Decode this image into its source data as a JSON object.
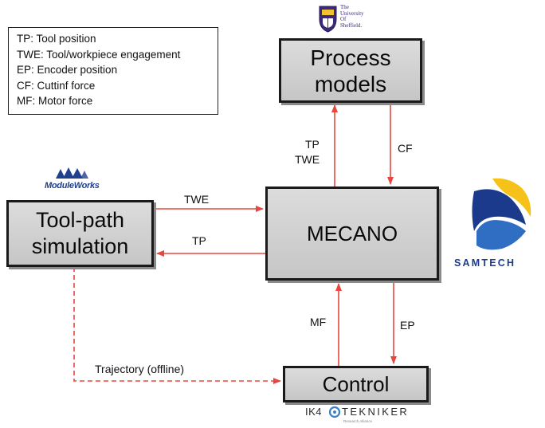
{
  "legend": {
    "items": [
      "TP: Tool position",
      "TWE: Tool/workpiece engagement",
      "EP: Encoder position",
      "CF: Cuttinf force",
      "MF: Motor force"
    ]
  },
  "boxes": {
    "process_line1": "Process",
    "process_line2": "models",
    "mecano": "MECANO",
    "toolpath_line1": "Tool-path",
    "toolpath_line2": "simulation",
    "control": "Control"
  },
  "edge_labels": {
    "tp_up": "TP",
    "twe_up": "TWE",
    "cf_down": "CF",
    "twe_right": "TWE",
    "tp_left": "TP",
    "mf_up": "MF",
    "ep_down": "EP",
    "trajectory": "Trajectory (offline)"
  },
  "logos": {
    "sheffield_line1": "The",
    "sheffield_line2": "University",
    "sheffield_line3": "Of",
    "sheffield_line4": "Sheffield.",
    "moduleworks": "ModuleWorks",
    "samtech": "SAMTECH",
    "tekniker_prefix": "IK4",
    "tekniker_name": "TEKNIKER",
    "tekniker_sub": "Research Alliance"
  },
  "colors": {
    "arrow": "#e8463f",
    "box_border": "#1a1a1a",
    "box_fill": "#d0d0d0",
    "moduleworks_blue": "#1f3f8f",
    "samtech_blue": "#1b3a8c",
    "samtech_yellow": "#f6c21a",
    "sheffield_purple": "#3b2a78"
  }
}
